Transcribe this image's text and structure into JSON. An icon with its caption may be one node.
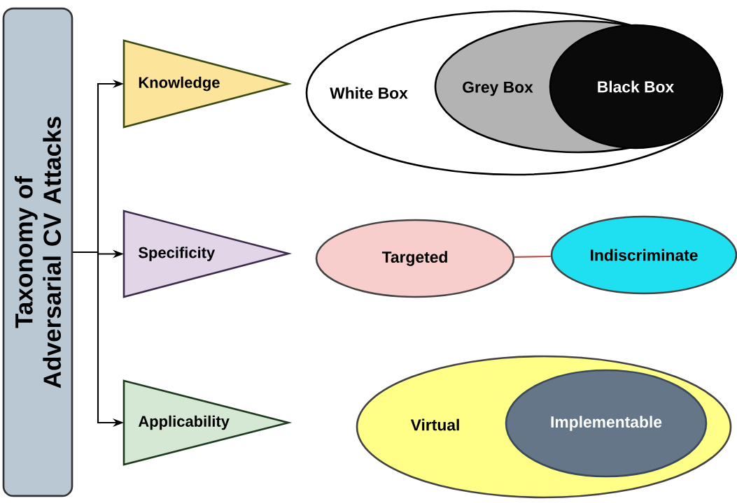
{
  "diagram": {
    "nodes": [
      {
        "text": [
          "Taxonomy of Adversarial CV Attacks"
        ]
      },
      {
        "text": [
          "Knowledge"
        ]
      },
      {
        "text": [
          "Specificity"
        ]
      },
      {
        "text": [
          "Applicability"
        ]
      },
      {
        "text": [
          "White Box"
        ]
      },
      {
        "text": [
          "Grey Box"
        ],
        "in": 4
      },
      {
        "text": [
          "Black Box"
        ],
        "in": 5
      },
      {
        "text": [
          "Targeted"
        ]
      },
      {
        "text": [
          "Indiscriminate"
        ]
      },
      {
        "text": [
          "Virtual"
        ]
      },
      {
        "text": [
          "Implementable"
        ],
        "in": 9
      }
    ],
    "edges": [
      {
        "from": 0,
        "to": 1,
        "arrow": "to"
      },
      {
        "from": 0,
        "to": 2,
        "arrow": "to"
      },
      {
        "from": 0,
        "to": 3,
        "arrow": "to"
      },
      {
        "from": 7,
        "to": 8,
        "arrow": "none",
        "color": "#b85450"
      }
    ]
  }
}
